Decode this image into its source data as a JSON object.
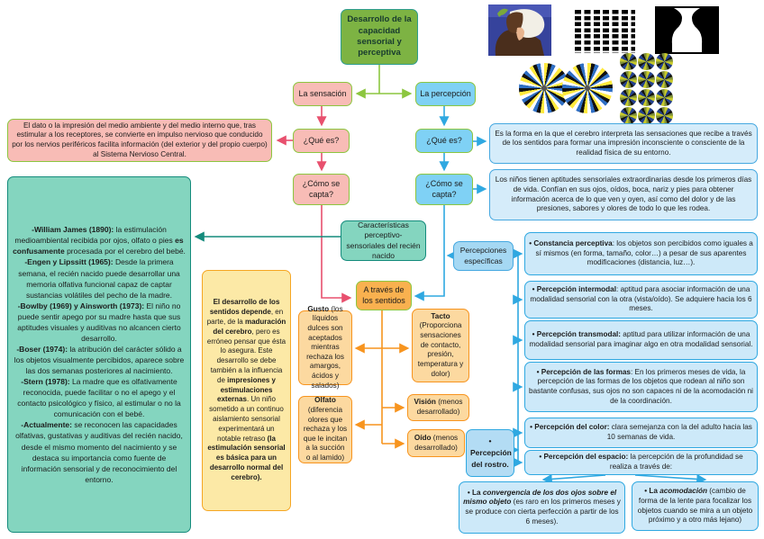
{
  "colors": {
    "green_arrow": "#8cc63f",
    "pink_arrow": "#e8506e",
    "blue_arrow": "#2fa8e1",
    "teal_arrow": "#148b7c",
    "orange_arrow": "#f7941e",
    "title_fill": "#7db343"
  },
  "title": {
    "label": "Desarrollo de la capacidad sensorial y perceptiva"
  },
  "sensacion": {
    "label": "La sensación",
    "que_es": "¿Qué es?",
    "como_se_capta": "¿Cómo se capta?",
    "definicion": "El dato o la impresión del medio ambiente y del medio interno que, tras estimular a los receptores, se convierte en impulso nervioso que conducido por los nervios periféricos facilita información (del exterior y del propio cuerpo) al Sistema Nervioso Central."
  },
  "percepcion": {
    "label": "La percepción",
    "que_es": "¿Qué es?",
    "como_se_capta": "¿Cómo se capta?",
    "definicion": "Es la forma en la que el cerebro interpreta las sensaciones que recibe a través de los sentidos para formar una impresión inconsciente o consciente de la realidad física de su entorno.",
    "aptitudes": "Los niños tienen aptitudes sensoriales extraordinarias desde los primeros días de vida. Confían en sus ojos, oídos, boca, nariz y pies para obtener información acerca de lo que ven y oyen, así como del dolor y de las presiones, sabores y olores de todo lo que les rodea."
  },
  "caracteristicas": {
    "label": "Características perceptivo-sensoriales del recién nacido"
  },
  "autores": {
    "runs": [
      {
        "t": "-William James (1890):",
        "b": true
      },
      {
        "t": " la estimulación medioambiental recibida por ojos, olfato o pies "
      },
      {
        "t": "es confusamente",
        "b": true
      },
      {
        "t": " procesada por el cerebro del bebé.\n"
      },
      {
        "t": "-Engen y Lipssitt (1965):",
        "b": true
      },
      {
        "t": " Desde la primera semana, el recién nacido puede desarrollar una memoria olfativa funcional capaz de captar sustancias volátiles del pecho de la madre.\n"
      },
      {
        "t": "-Bowlby (1969) y Ainsworth (1973):",
        "b": true
      },
      {
        "t": " El niño no puede sentir apego por su madre hasta que sus aptitudes visuales y auditivas no alcancen cierto desarrollo.\n"
      },
      {
        "t": "-Boser (1974):",
        "b": true
      },
      {
        "t": " la atribución del carácter sólido a los objetos visualmente percibidos, aparece sobre las dos semanas posteriores al nacimiento.\n"
      },
      {
        "t": "-Stern (1978):",
        "b": true
      },
      {
        "t": " La madre que es olfativamente reconocida, puede facilitar o no el apego y el contacto psicológico y físico, al estimular o no la comunicación con el bebé.\n"
      },
      {
        "t": "-Actualmente:",
        "b": true
      },
      {
        "t": " se reconocen las capacidades olfativas, gustativas y auditivas del recién nacido, desde el mismo momento del nacimiento y se destaca su importancia como fuente de información sensorial y de reconocimiento del entorno."
      }
    ]
  },
  "desarrollo": {
    "runs": [
      {
        "t": "El desarrollo de los sentidos depende",
        "b": true
      },
      {
        "t": ", en parte, de la "
      },
      {
        "t": "maduración del cerebro",
        "b": true
      },
      {
        "t": ", pero es erróneo pensar que ésta lo asegura. Este desarrollo se debe también a la influencia de "
      },
      {
        "t": "impresiones y estimulaciones externas",
        "b": true
      },
      {
        "t": ". Un niño sometido a un continuo aislamiento sensorial experimentará un notable retraso "
      },
      {
        "t": "(la estimulación sensorial es básica para un desarrollo normal del cerebro).",
        "b": true
      }
    ]
  },
  "a_traves": {
    "label": "A través de los sentidos"
  },
  "sentidos": {
    "gusto": {
      "runs": [
        {
          "t": "Gusto ",
          "b": true
        },
        {
          "t": "(los líquidos dulces son aceptados mientras rechaza los amargos, ácidos y salados)"
        }
      ]
    },
    "olfato": {
      "runs": [
        {
          "t": "Olfato ",
          "b": true
        },
        {
          "t": "(diferencia olores que rechaza y los que le incitan a la succión o al lamido)"
        }
      ]
    },
    "tacto": {
      "runs": [
        {
          "t": "Tacto ",
          "b": true
        },
        {
          "t": "(Proporciona sensaciones de contacto, presión, temperatura y dolor)"
        }
      ]
    },
    "vision": {
      "runs": [
        {
          "t": "Visión",
          "b": true
        },
        {
          "t": " (menos desarrollado)"
        }
      ]
    },
    "oido": {
      "runs": [
        {
          "t": "Oído",
          "b": true
        },
        {
          "t": " (menos desarrollado)"
        }
      ]
    }
  },
  "percepciones": {
    "label": "Percepciones específicas",
    "items": [
      {
        "runs": [
          {
            "t": "• Constancia perceptiva",
            "b": true
          },
          {
            "t": ": los objetos son percibidos como iguales a sí mismos (en forma, tamaño, color…) a pesar de sus aparentes modificaciones (distancia, luz…)."
          }
        ]
      },
      {
        "runs": [
          {
            "t": "• Percepción intermodal",
            "b": true
          },
          {
            "t": ": aptitud para asociar información de una modalidad sensorial con la otra (vista/oído). Se adquiere hacia los 6 meses."
          }
        ]
      },
      {
        "runs": [
          {
            "t": "• Percepción transmodal:",
            "b": true
          },
          {
            "t": " aptitud para utilizar información de una modalidad sensorial para imaginar algo en otra modalidad sensorial."
          }
        ]
      },
      {
        "runs": [
          {
            "t": "• Percepción de las formas",
            "b": true
          },
          {
            "t": ": En los primeros meses de vida, la percepción de las formas de los objetos que rodean al niño son bastante confusas, sus ojos no son capaces ni de la acomodación ni de la coordinación."
          }
        ]
      },
      {
        "runs": [
          {
            "t": "• Percepción del color:",
            "b": true
          },
          {
            "t": " clara semejanza con la del adulto hacia las 10 semanas de vida."
          }
        ]
      },
      {
        "runs": [
          {
            "t": "• Percepción del espacio:",
            "b": true
          },
          {
            "t": " la percepción de la profundidad se realiza a través de:"
          }
        ]
      }
    ],
    "rostro": {
      "runs": [
        {
          "t": "• Percepción del rostro.",
          "b": true
        }
      ]
    },
    "convergencia": {
      "runs": [
        {
          "t": "• La ",
          "b": true
        },
        {
          "t": "convergencia de los dos ojos sobre el mismo objeto ",
          "b": true,
          "i": true
        },
        {
          "t": "(es raro en los primeros meses y se produce con cierta perfección a partir de los 6 meses)."
        }
      ]
    },
    "acomodacion": {
      "runs": [
        {
          "t": "• La ",
          "b": true
        },
        {
          "t": "acomodación ",
          "b": true,
          "i": true
        },
        {
          "t": "(cambio de forma de la lente para focalizar los objetos cuando se mira a un objeto próximo y a otro más lejano)"
        }
      ]
    }
  }
}
